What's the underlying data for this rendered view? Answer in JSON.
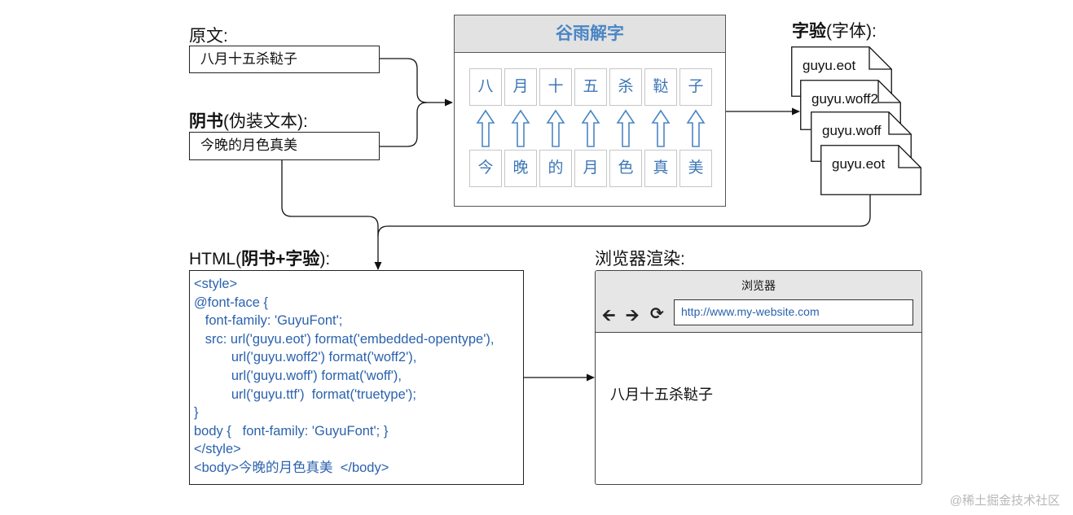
{
  "labels": {
    "original": "原文:",
    "yinshu_bold": "阴书",
    "yinshu_rest": "(伪装文本):",
    "ziyan_bold": "字验",
    "ziyan_rest": "(字体):",
    "html_pre": "HTML(",
    "html_bold": "阴书+字验",
    "html_post": "):",
    "render": "浏览器渲染:"
  },
  "original_text": "八月十五杀鞑子",
  "disguise_text": "今晚的月色真美",
  "panel": {
    "title": "谷雨解字",
    "top_row": [
      "八",
      "月",
      "十",
      "五",
      "杀",
      "鞑",
      "子"
    ],
    "bottom_row": [
      "今",
      "晚",
      "的",
      "月",
      "色",
      "真",
      "美"
    ]
  },
  "files": [
    "guyu.eot",
    "guyu.woff2",
    "guyu.woff",
    "guyu.eot"
  ],
  "code_lines": [
    "<style>",
    "@font-face {",
    "   font-family: 'GuyuFont';",
    "   src: url('guyu.eot') format('embedded-opentype'),",
    "          url('guyu.woff2') format('woff2'),",
    "          url('guyu.woff') format('woff'),",
    "          url('guyu.ttf')  format('truetype');",
    "}",
    "body {   font-family: 'GuyuFont'; }",
    "</style>",
    "<body>今晚的月色真美  </body>"
  ],
  "browser": {
    "title": "浏览器",
    "url": "http://www.my-website.com",
    "content": "八月十五杀鞑子",
    "icons": [
      "arrow-left-icon",
      "arrow-right-icon",
      "refresh-icon"
    ]
  },
  "watermark": "@稀土掘金技术社区",
  "colors": {
    "accent": "#4a86c5",
    "code": "#2b62ad",
    "panel_header": "#e2e2e2"
  }
}
